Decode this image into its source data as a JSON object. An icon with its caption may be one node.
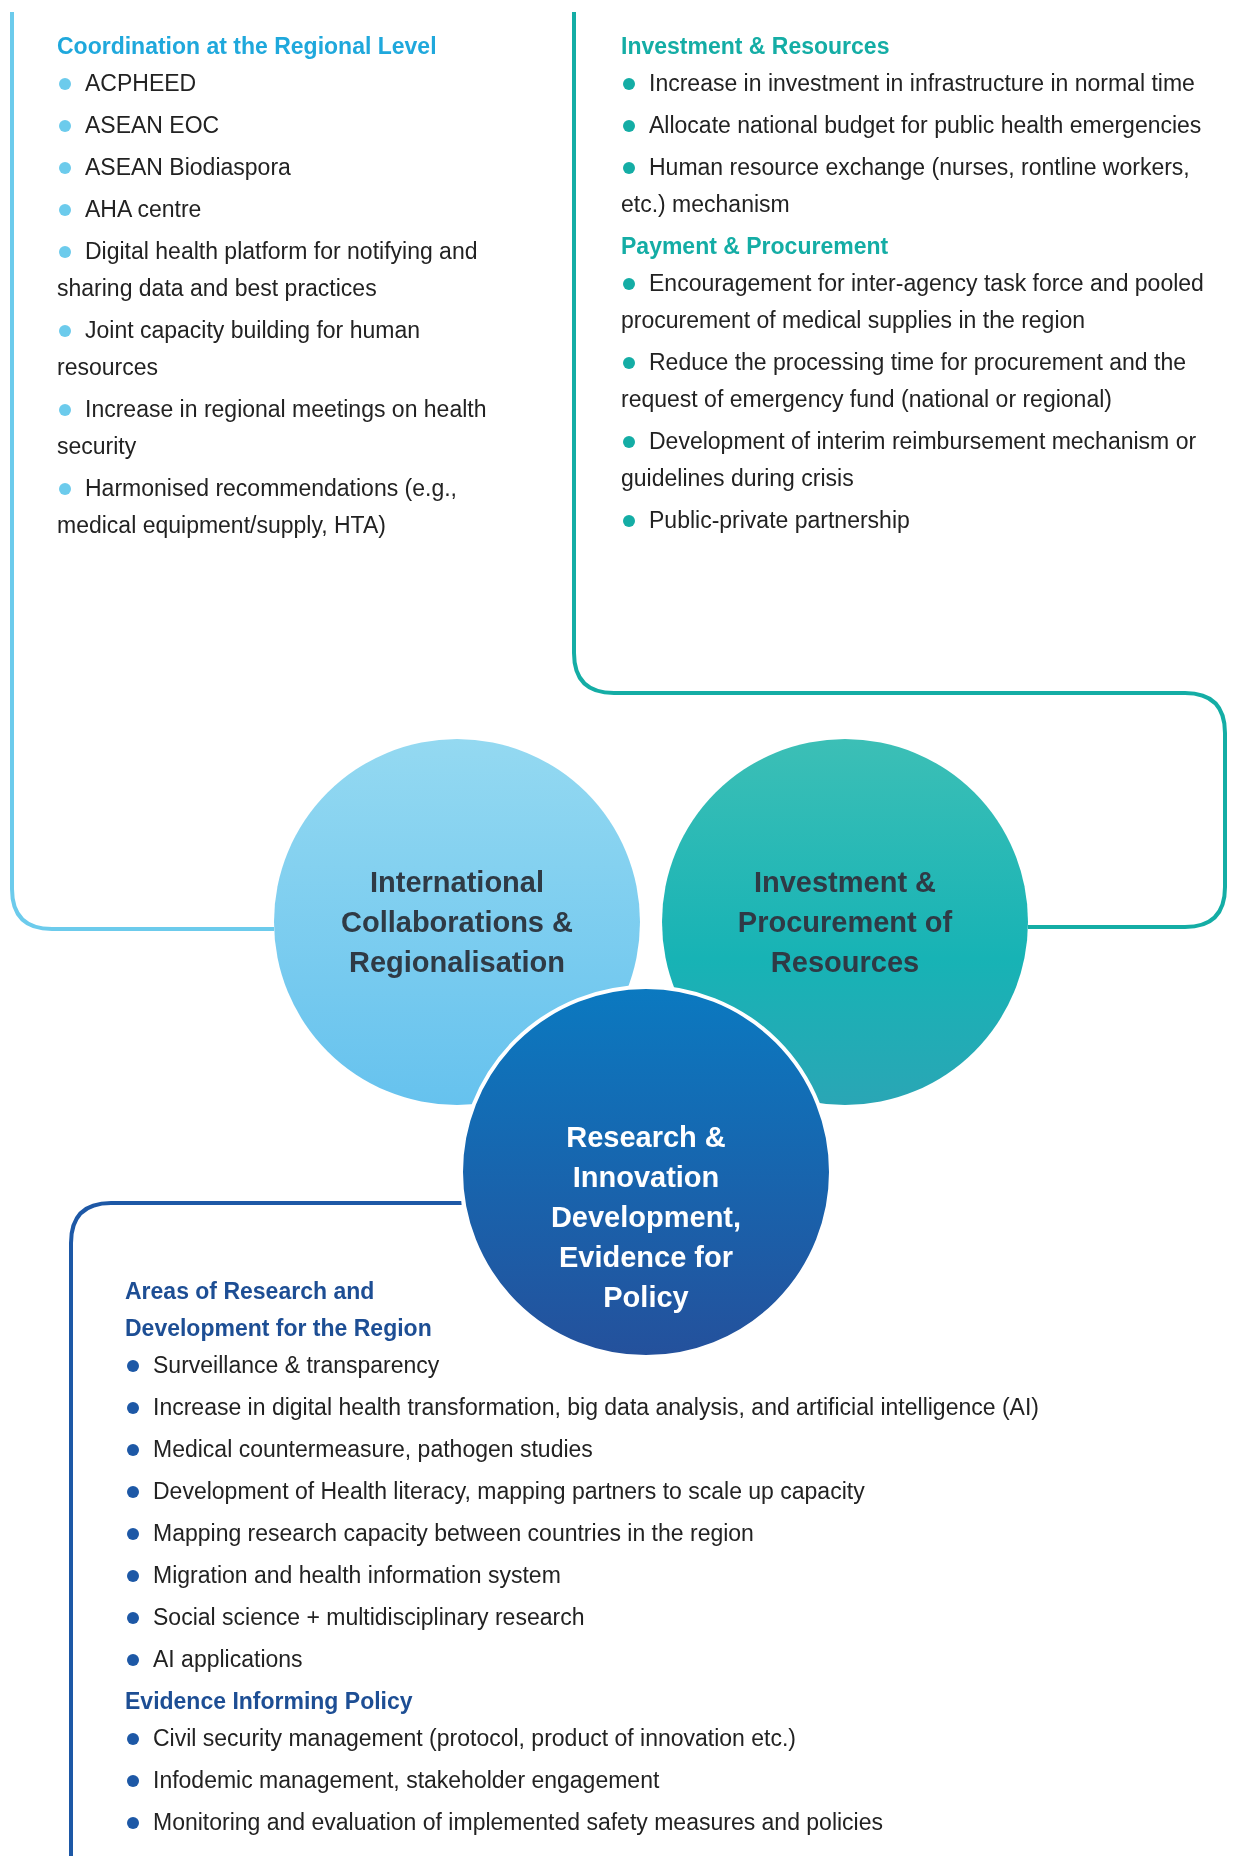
{
  "diagram": {
    "nodes": [
      {
        "text": [
          "Coordination at the Regional Level",
          "ACPHEED",
          "ASEAN EOC",
          "ASEAN Biodiaspora",
          "AHA centre",
          "Digital health platform for notifying and sharing data and best practices",
          "Joint capacity building for human resources",
          "Increase in regional meetings on health security",
          "Harmonised recommendations (e.g., medical equipment/supply, HTA)"
        ]
      },
      {
        "text": [
          "Investment & Resources",
          "Increase in investment in infrastructure in normal time",
          "Allocate national budget for public health emergencies",
          "Human resource exchange (nurses, rontline workers, etc.) mechanism",
          "Payment & Procurement",
          "Encouragement for inter-agency task force and pooled procurement of medical supplies in the region",
          "Reduce the processing time for procurement and the request of emergency fund (national or regional)",
          "Development of interim reimbursement mechanism or guidelines during crisis",
          "Public-private partnership"
        ]
      },
      {
        "text": [
          "International Collaborations & Regionalisation"
        ]
      },
      {
        "text": [
          "Investment & Procurement of Resources"
        ]
      },
      {
        "text": [
          "Research & Innovation Development, Evidence for Policy"
        ]
      },
      {
        "text": [
          "Areas of Research and Development for the Region",
          "Surveillance & transparency",
          "Increase in digital health transformation, big data analysis, and artificial intelligence (AI)",
          "Medical countermeasure, pathogen studies",
          "Development of Health literacy, mapping partners to scale up capacity",
          "Mapping research capacity between countries in the region",
          "Migration and health information system",
          "Social science + multidisciplinary research",
          "AI applications",
          "Evidence Informing Policy",
          "Civil security management (protocol, product of innovation etc.)",
          "Infodemic management, stakeholder engagement",
          "Monitoring and evaluation of implemented safety measures and policies"
        ]
      }
    ],
    "edges": [
      {
        "from": 0,
        "to": 2,
        "arrow": "none",
        "color": "#6ccbec"
      },
      {
        "from": 1,
        "to": 3,
        "arrow": "none",
        "color": "#14ada5"
      },
      {
        "from": 5,
        "to": 4,
        "arrow": "none",
        "color": "#1d58a6"
      }
    ]
  }
}
